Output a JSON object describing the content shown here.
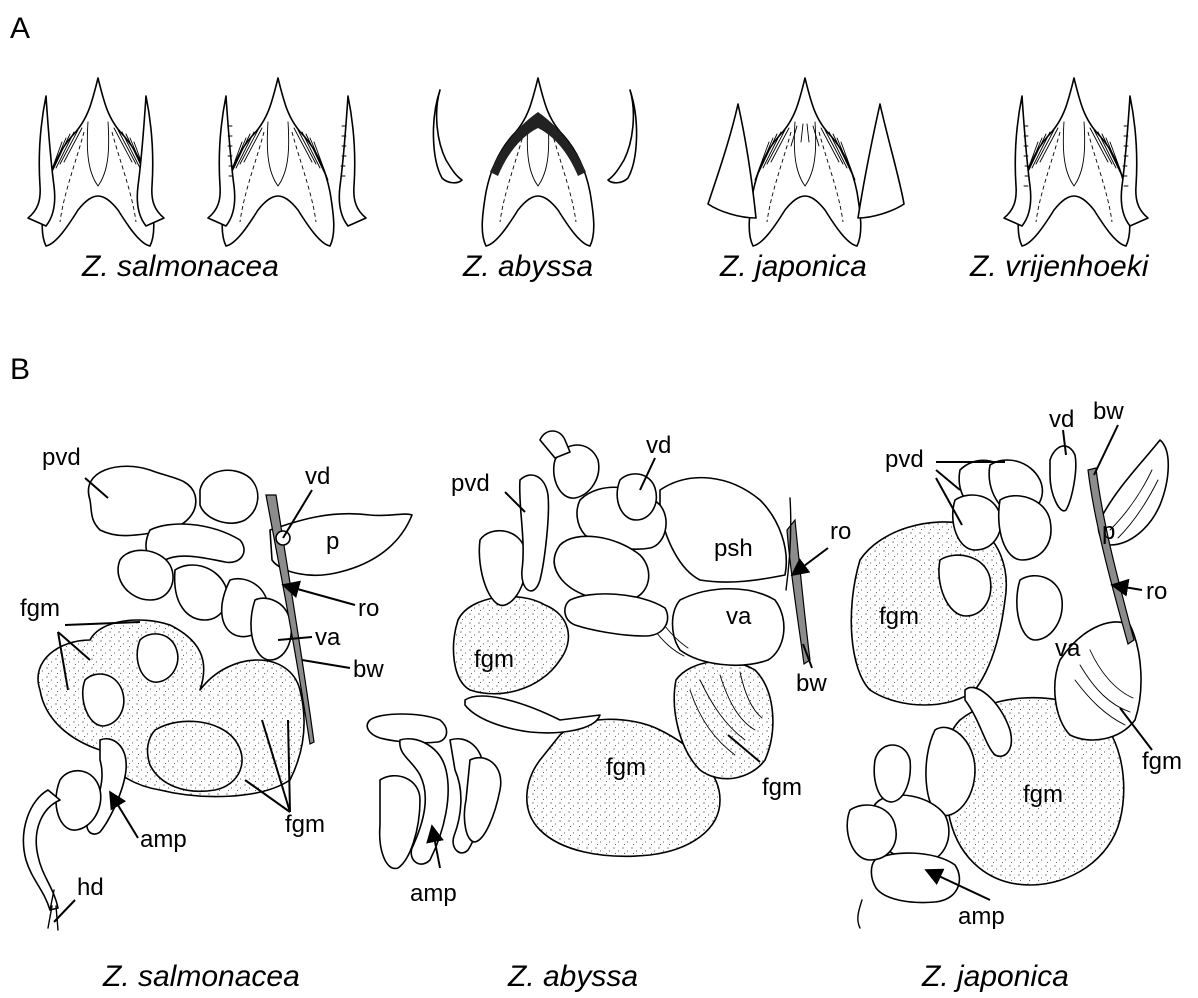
{
  "panels": {
    "a": {
      "letter": "A",
      "species": [
        "Z. salmonacea",
        "Z. abyssa",
        "Z. japonica",
        "Z. vrijenhoeki"
      ]
    },
    "b": {
      "letter": "B",
      "species": [
        "Z. salmonacea",
        "Z. abyssa",
        "Z. japonica"
      ],
      "labels": {
        "salmonacea": {
          "pvd": "pvd",
          "vd": "vd",
          "p": "p",
          "ro": "ro",
          "fgm_upper": "fgm",
          "va": "va",
          "bw": "bw",
          "fgm_lower": "fgm",
          "amp": "amp",
          "hd": "hd"
        },
        "abyssa": {
          "pvd": "pvd",
          "vd": "vd",
          "psh": "psh",
          "ro": "ro",
          "va": "va",
          "fgm_left": "fgm",
          "bw": "bw",
          "fgm_center": "fgm",
          "fgm_right": "fgm",
          "amp": "amp"
        },
        "japonica": {
          "vd": "vd",
          "bw": "bw",
          "pvd": "pvd",
          "p": "p",
          "ro": "ro",
          "fgm_left": "fgm",
          "va": "va",
          "fgm_right": "fgm",
          "fgm_bottom": "fgm",
          "amp": "amp"
        }
      }
    }
  }
}
